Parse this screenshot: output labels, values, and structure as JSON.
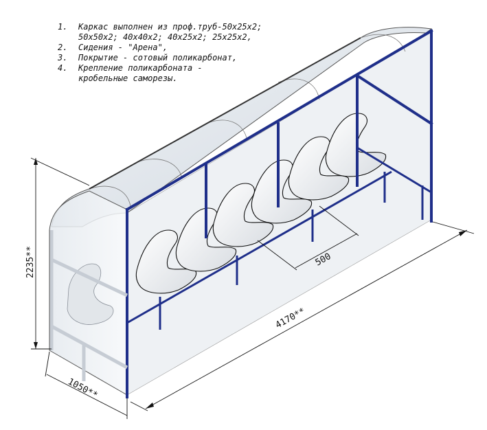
{
  "notes": [
    {
      "num": "1.",
      "text": "Каркас выполнен из проф.труб-50х25х2;\n50х50х2; 40х40х2; 40х25х2; 25х25х2,"
    },
    {
      "num": "2.",
      "text": "Сидения - \"Арена\","
    },
    {
      "num": "3.",
      "text": "Покрытие - сотовый поликарбонат,"
    },
    {
      "num": "4.",
      "text": "Крепление поликарбоната -\nкробельные саморезы."
    }
  ],
  "dimensions": {
    "height": "2235**",
    "length": "4170**",
    "depth": "1050**",
    "seat_pitch": "500"
  },
  "colors": {
    "frame": "#1f2f8a",
    "frame_dark": "#0f1a5c",
    "canopy": "#e6ebf0",
    "seat": "#ffffff",
    "line": "#111111"
  }
}
